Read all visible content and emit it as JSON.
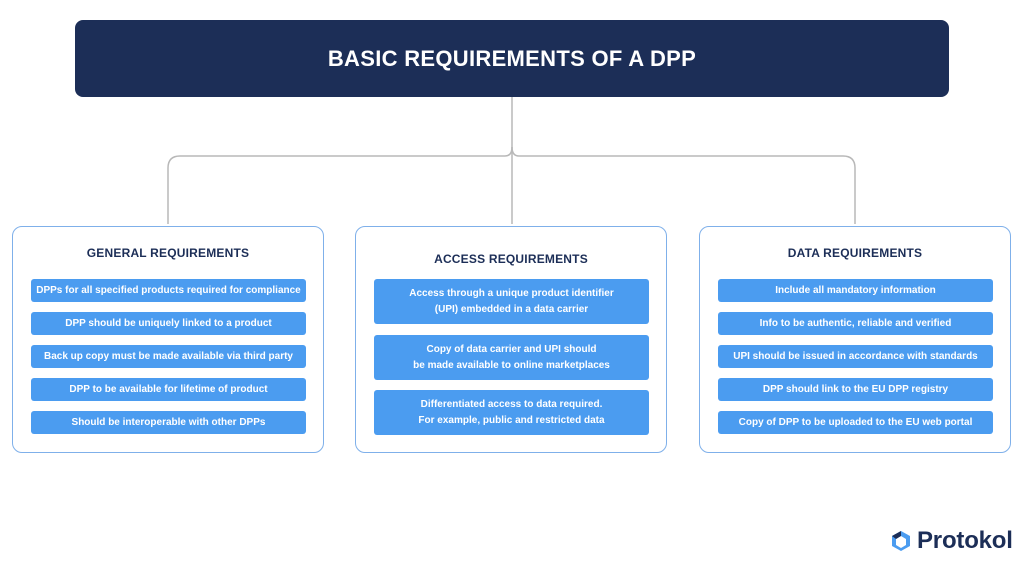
{
  "title": "BASIC REQUIREMENTS OF A DPP",
  "colors": {
    "title_bg": "#1c2e57",
    "item_bg": "#4b9cf0",
    "panel_border": "#7fb0ea",
    "connector": "#b8b8b8"
  },
  "panels": [
    {
      "title": "GENERAL REQUIREMENTS",
      "items": [
        "DPPs for all specified products required for compliance",
        "DPP should be uniquely linked to a product",
        "Back up copy must be made available via third party",
        "DPP to be available for lifetime of product",
        "Should be interoperable with other DPPs"
      ]
    },
    {
      "title": "ACCESS REQUIREMENTS",
      "items": [
        {
          "line1": "Access through a unique product identifier",
          "line2": "(UPI) embedded in a data carrier"
        },
        {
          "line1": "Copy of data carrier and UPI should",
          "line2": "be made available to online marketplaces"
        },
        {
          "line1": "Differentiated access to data required.",
          "line2": "For example, public and restricted data"
        }
      ]
    },
    {
      "title": "DATA REQUIREMENTS",
      "items": [
        "Include all mandatory information",
        "Info to be authentic, reliable and verified",
        "UPI should be issued in accordance with standards",
        "DPP should link to the EU DPP registry",
        "Copy of DPP to be uploaded to the EU web portal"
      ]
    }
  ],
  "logo": {
    "text": "Protokol",
    "icon": "protokol-logo-icon"
  }
}
